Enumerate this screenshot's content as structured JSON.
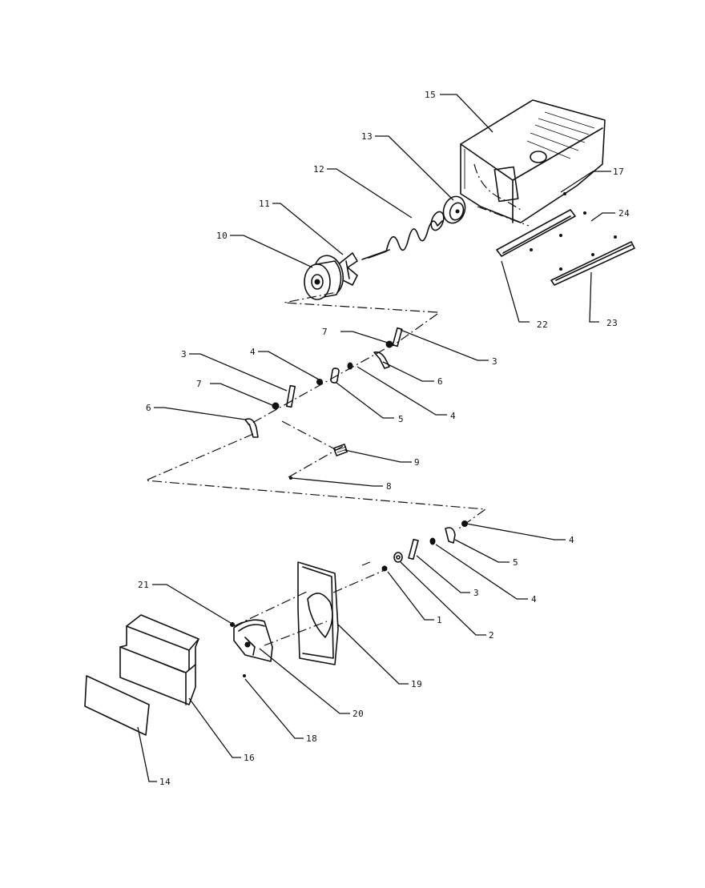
{
  "diagram": {
    "callouts": {
      "c1": "1",
      "c2": "2",
      "c3a": "3",
      "c3b": "3",
      "c3c": "3",
      "c4a": "4",
      "c4b": "4",
      "c4c": "4",
      "c4d": "4",
      "c5a": "5",
      "c5b": "5",
      "c6a": "6",
      "c6b": "6",
      "c7a": "7",
      "c7b": "7",
      "c8": "8",
      "c9": "9",
      "c10": "10",
      "c11": "11",
      "c12": "12",
      "c13": "13",
      "c14": "14",
      "c15": "15",
      "c16": "16",
      "c17": "17",
      "c18": "18",
      "c19": "19",
      "c20": "20",
      "c21": "21",
      "c22": "22",
      "c23": "23",
      "c24": "24"
    }
  }
}
